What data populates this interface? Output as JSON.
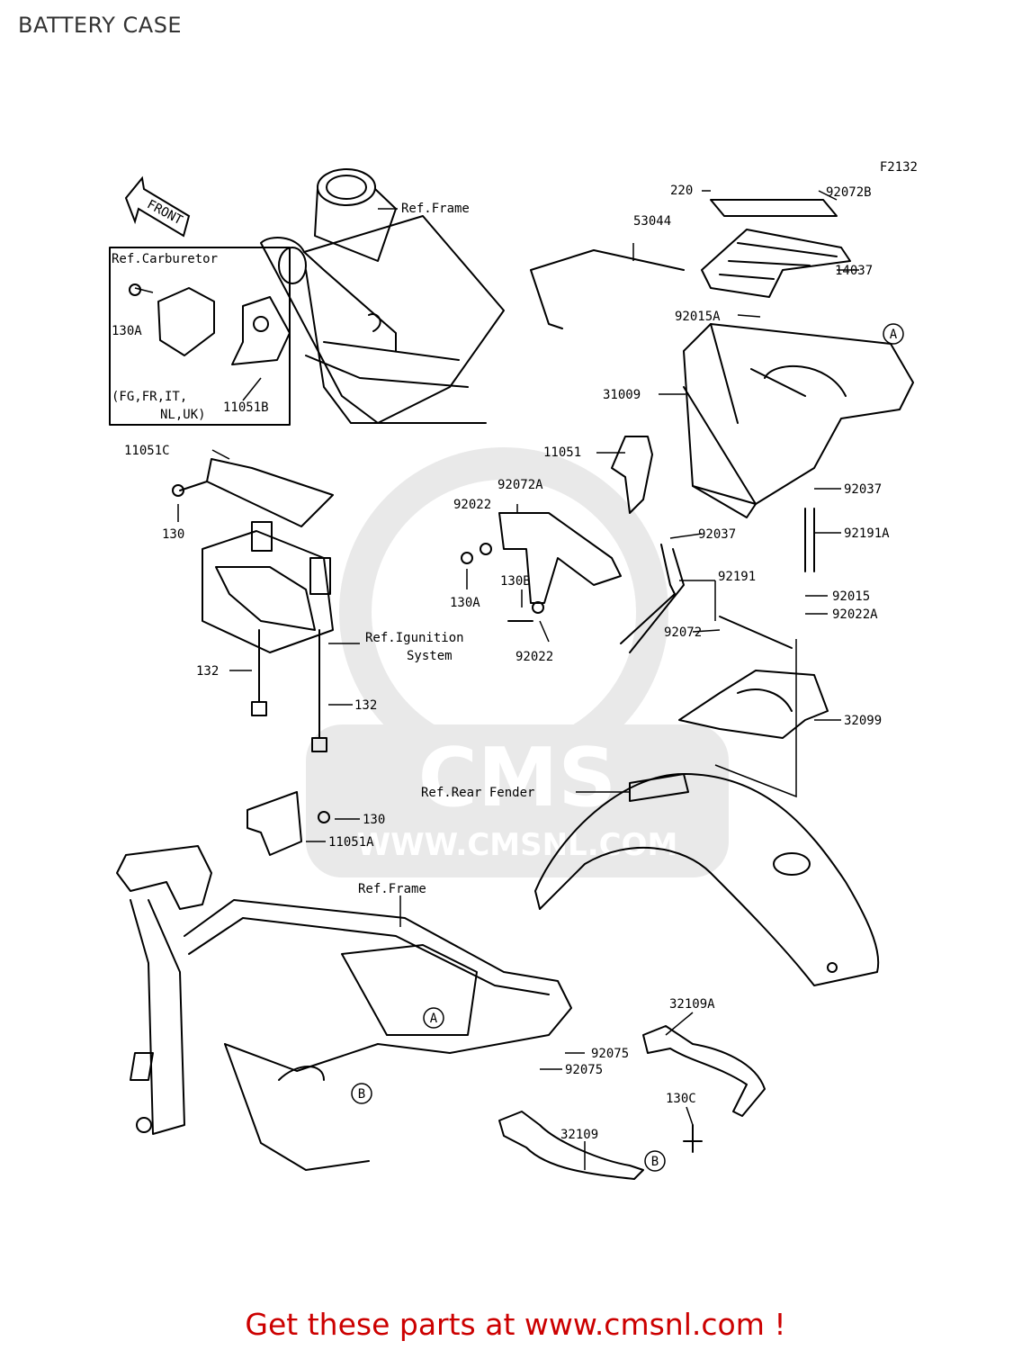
{
  "page": {
    "title": "BATTERY CASE"
  },
  "diagram": {
    "figure_code": "F2132",
    "front_label": "FRONT",
    "callouts": {
      "ref_frame_top": "Ref.Frame",
      "ref_carburetor": "Ref.Carburetor",
      "p130A_left": "130A",
      "countries_1": "(FG,FR,IT,",
      "countries_2": "NL,UK)",
      "p11051B": "11051B",
      "p11051C": "11051C",
      "p130_left": "130",
      "p53044": "53044",
      "p220": "220",
      "p92072B": "92072B",
      "p14037": "14037",
      "p92015A": "92015A",
      "circle_A_top": "A",
      "p31009": "31009",
      "p11051": "11051",
      "p92072A": "92072A",
      "p92022_top": "92022",
      "p92037_right": "92037",
      "p92037_mid": "92037",
      "p92191A": "92191A",
      "p130A_mid": "130A",
      "p130B": "130B",
      "p92191": "92191",
      "p92015": "92015",
      "p92022A": "92022A",
      "ref_ignition_1": "Ref.Igunition",
      "ref_ignition_2": "System",
      "p92022_bottom": "92022",
      "p92072": "92072",
      "p132_left": "132",
      "p132_right": "132",
      "p32099": "32099",
      "ref_rear_fender": "Ref.Rear Fender",
      "p130_lower": "130",
      "p11051A": "11051A",
      "ref_frame_bottom": "Ref.Frame",
      "p32109A": "32109A",
      "circle_A_bottom": "A",
      "p92075_1": "92075",
      "p92075_2": "92075",
      "circle_B_left": "B",
      "p130C": "130C",
      "p32109": "32109",
      "circle_B_right": "B"
    }
  },
  "watermark": {
    "logo_text": "CMS",
    "url_text": "WWW.CMSNL.COM"
  },
  "footer": {
    "link_text": "Get these parts at www.cmsnl.com !"
  },
  "colors": {
    "line": "#000000",
    "footer": "#cc0000",
    "watermark": "#e6e6e6"
  }
}
